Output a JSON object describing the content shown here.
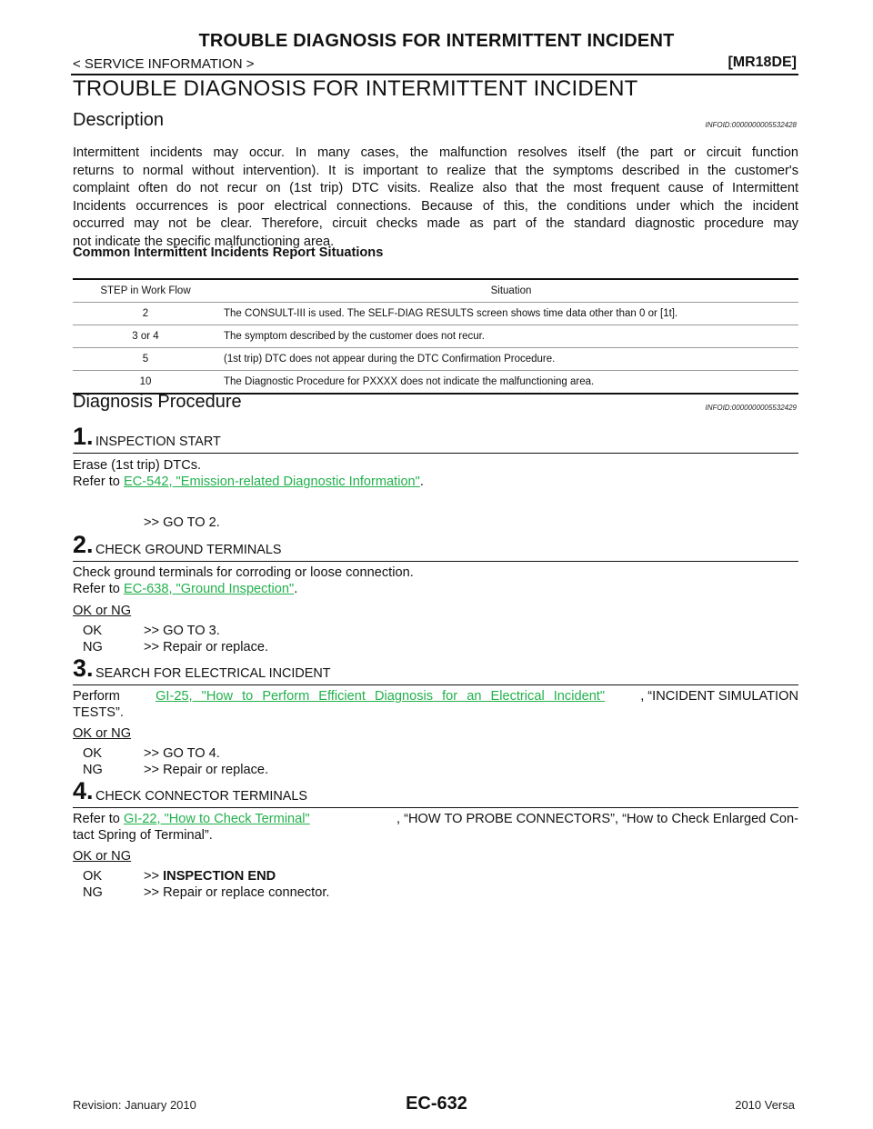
{
  "header": {
    "title": "TROUBLE DIAGNOSIS FOR INTERMITTENT INCIDENT",
    "section": "< SERVICE INFORMATION >",
    "engine": "[MR18DE]"
  },
  "page_title": "TROUBLE DIAGNOSIS FOR INTERMITTENT INCIDENT",
  "description": {
    "heading": "Description",
    "infoid": "INFOID:0000000005532428",
    "lines": [
      "Intermittent incidents may occur. In many cases, the malfunction resolves itself (the part or circuit function",
      "returns to normal without intervention). It is important to realize that the symptoms described in the customer's",
      "complaint often do not recur on (1st trip) DTC visits. Realize also that the most frequent cause of Intermittent",
      "Incidents occurrences is poor electrical connections. Because of this, the conditions under which the incident",
      "occurred may not be clear. Therefore, circuit checks made as part of the standard diagnostic procedure may",
      "not indicate the specific malfunctioning area."
    ],
    "subheading": "Common Intermittent Incidents Report Situations"
  },
  "table": {
    "headers": [
      "STEP in Work Flow",
      "Situation"
    ],
    "rows": [
      [
        "2",
        "The CONSULT-III is used. The SELF-DIAG RESULTS screen shows time data other than 0 or [1t]."
      ],
      [
        "3 or 4",
        "The symptom described by the customer does not recur."
      ],
      [
        "5",
        "(1st trip) DTC does not appear during the DTC Confirmation Procedure."
      ],
      [
        "10",
        "The Diagnostic Procedure for PXXXX does not indicate the malfunctioning area."
      ]
    ]
  },
  "procedure": {
    "heading": "Diagnosis Procedure",
    "infoid": "INFOID:0000000005532429",
    "step1": {
      "num": "1.",
      "title": "INSPECTION START",
      "line1": "Erase (1st trip) DTCs.",
      "refer": "Refer to ",
      "link": "EC-542, \"Emission-related Diagnostic Information\"",
      "tail": ".",
      "goto": ">> GO TO 2."
    },
    "step2": {
      "num": "2.",
      "title": "CHECK GROUND TERMINALS",
      "line1": "Check ground terminals for corroding or loose connection.",
      "refer": "Refer to ",
      "link": "EC-638, \"Ground Inspection\"",
      "tail": ".",
      "oknq": "OK or NG",
      "ok_label": "OK",
      "ok_action": ">> GO TO 3.",
      "ng_label": "NG",
      "ng_action": ">> Repair or replace."
    },
    "step3": {
      "num": "3.",
      "title": "SEARCH FOR ELECTRICAL INCIDENT",
      "perform": "Perform",
      "link": "GI-25, \"How to Perform Efficient Diagnosis for an Electrical Incident\"",
      "tail": ", “INCIDENT SIMULATION",
      "line2": "TESTS”.",
      "oknq": "OK or NG",
      "ok_label": "OK",
      "ok_action": ">> GO TO 4.",
      "ng_label": "NG",
      "ng_action": ">> Repair or replace."
    },
    "step4": {
      "num": "4.",
      "title": "CHECK CONNECTOR TERMINALS",
      "refer": "Refer to ",
      "link": "GI-22, \"How to Check Terminal\"",
      "tail": ", “HOW TO PROBE CONNECTORS”, “How to Check Enlarged Con-",
      "line2": "tact Spring of Terminal”.",
      "oknq": "OK or NG",
      "ok_label": "OK",
      "ok_prefix": ">> ",
      "ok_action": "INSPECTION END",
      "ng_label": "NG",
      "ng_action": ">> Repair or replace connector."
    }
  },
  "footer": {
    "revision": "Revision: January 2010",
    "page": "EC-632",
    "model": "2010 Versa"
  }
}
